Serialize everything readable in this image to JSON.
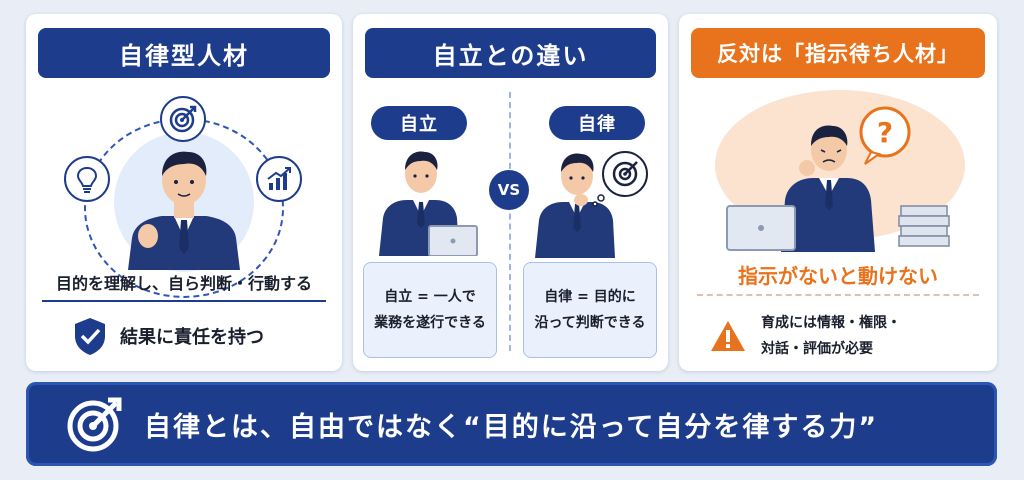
{
  "colors": {
    "navy": "#1d3c8c",
    "orange": "#e8731c",
    "light_blue": "#eaf1fd",
    "peach": "#fbe3cf"
  },
  "panel1": {
    "title": "自律型人材",
    "icons": [
      "target-icon",
      "lightbulb-icon",
      "growth-chart-icon",
      "shield-check-icon"
    ],
    "statement": "目的を理解し、自ら判断・行動する",
    "responsibility": "結果に責任を持つ"
  },
  "panel2": {
    "title": "自立との違い",
    "left_label": "自立",
    "right_label": "自律",
    "vs": "VS",
    "left_def": [
      "自立 = 一人で",
      "業務を遂行できる"
    ],
    "right_def": [
      "自律 = 目的に",
      "沿って判断できる"
    ]
  },
  "panel3": {
    "title": "反対は「指示待ち人材」",
    "bubble": "?",
    "headline": "指示がないと動けない",
    "warning_lines": [
      "育成には情報・権限・",
      "対話・評価が必要"
    ],
    "warning_icon": "warning-icon"
  },
  "banner": {
    "icon": "target-icon",
    "text": "自律とは、自由ではなく“目的に沿って自分を律する力”"
  }
}
